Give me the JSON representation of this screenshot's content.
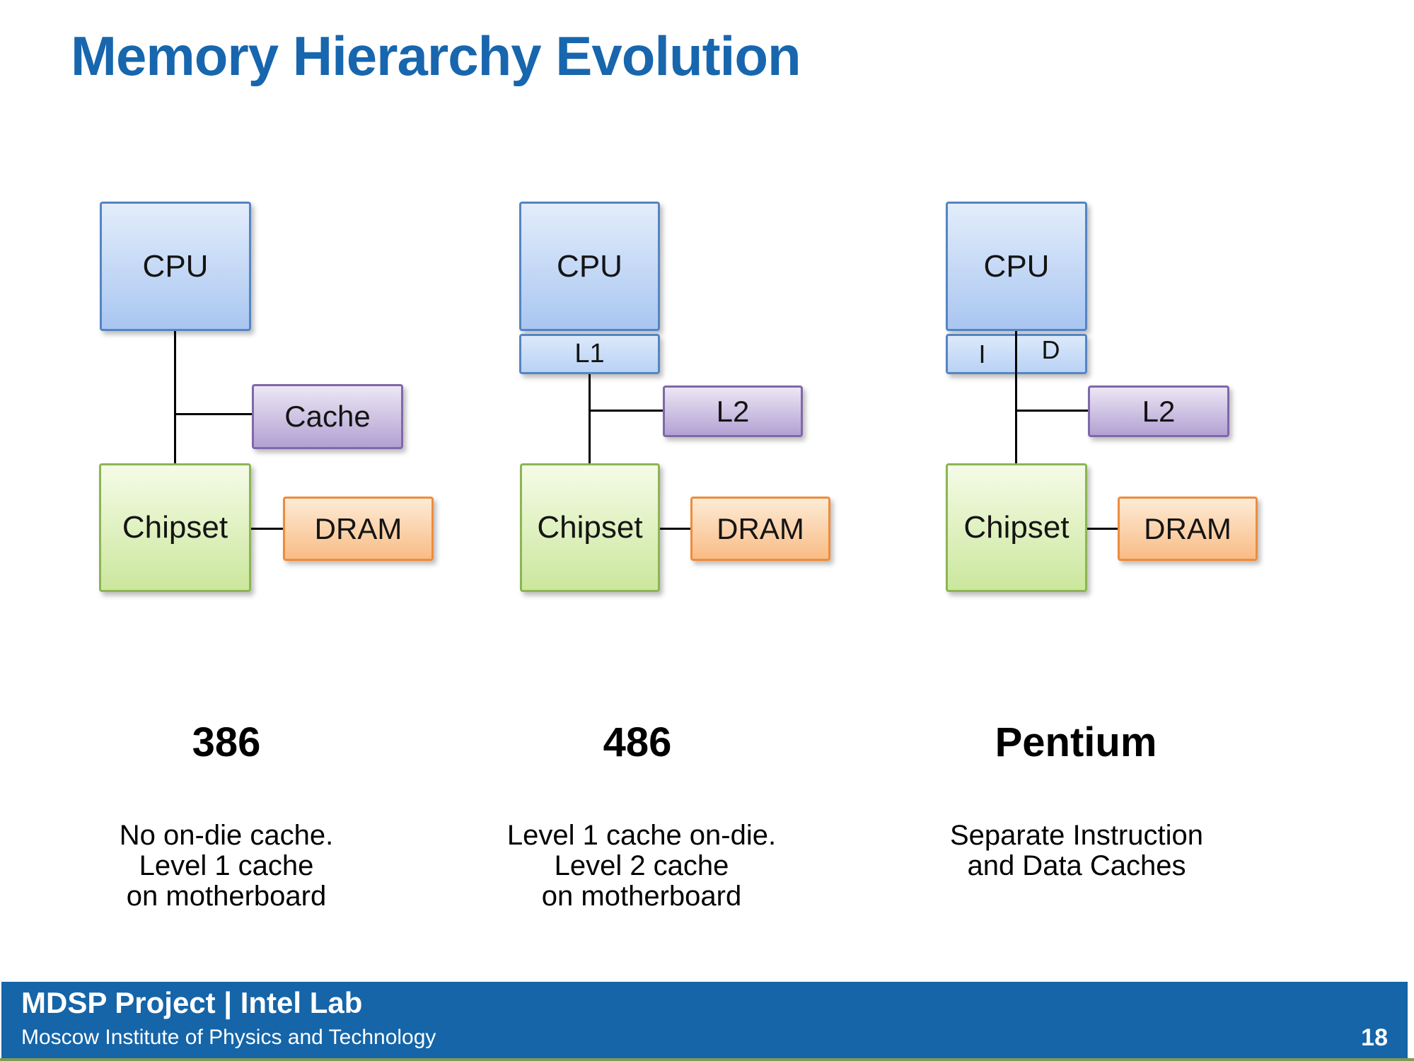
{
  "slide": {
    "title": "Memory Hierarchy Evolution",
    "page_number": "18"
  },
  "diagrams": [
    {
      "name": "386",
      "heading": "386",
      "description_lines": [
        "No on-die cache.",
        "Level 1 cache",
        "on motherboard"
      ],
      "boxes": {
        "cpu": "CPU",
        "cache": "Cache",
        "chipset": "Chipset",
        "dram": "DRAM"
      }
    },
    {
      "name": "486",
      "heading": "486",
      "description_lines": [
        "Level 1 cache on-die.",
        "Level 2 cache",
        "on motherboard"
      ],
      "boxes": {
        "cpu": "CPU",
        "l1": "L1",
        "l2": "L2",
        "chipset": "Chipset",
        "dram": "DRAM"
      }
    },
    {
      "name": "Pentium",
      "heading": "Pentium",
      "description_lines": [
        "Separate Instruction",
        "and Data Caches"
      ],
      "boxes": {
        "cpu": "CPU",
        "instruction_cache": "I",
        "data_cache": "D",
        "l2": "L2",
        "chipset": "Chipset",
        "dram": "DRAM"
      }
    }
  ],
  "footer": {
    "project": "MDSP Project | Intel Lab",
    "institute": "Moscow Institute of Physics and Technology"
  },
  "colors": {
    "title_blue": "#1766AE",
    "footer_blue": "#1565A8",
    "footer_accent_green": "#7E9B55",
    "cpu_border_blue": "#5585C2",
    "cache_border_purple": "#7F68A9",
    "chipset_border_green": "#8CB553",
    "dram_border_orange": "#EE8C3C",
    "connector_black": "#000000"
  }
}
